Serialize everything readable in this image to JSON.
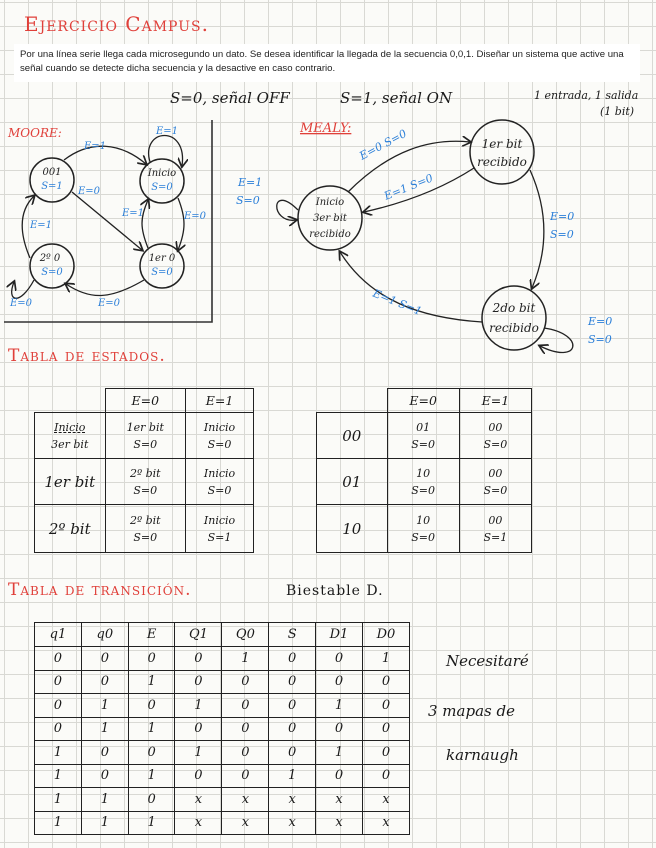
{
  "header": {
    "title": "Ejercicio Campus.",
    "statement": "Por una línea serie llega cada microsegundo un dato. Se desea identificar la llegada de la secuencia 0,0,1. Diseñar un sistema que active una señal cuando se detecte dicha secuencia y la desactive en caso contrario."
  },
  "notes": {
    "off": "S=0, señal OFF",
    "on": "S=1, señal ON",
    "io_line1": "1 entrada, 1 salida",
    "io_line2": "(1 bit)"
  },
  "moore": {
    "label": "MOORE:",
    "states": [
      {
        "top": "001",
        "bottom": "S=1"
      },
      {
        "top": "Inicio",
        "bottom": "S=0"
      },
      {
        "top": "2º 0",
        "bottom": "S=0"
      },
      {
        "top": "1er 0",
        "bottom": "S=0"
      }
    ],
    "edges": [
      "E=1",
      "E=1",
      "E=0",
      "E=1",
      "E=1",
      "E=0",
      "E=0",
      "E=0"
    ]
  },
  "mealy": {
    "label": "MEALY:",
    "states": [
      {
        "lines": [
          "Inicio",
          "3er bit",
          "recibido"
        ]
      },
      {
        "lines": [
          "1er bit",
          "recibido"
        ]
      },
      {
        "lines": [
          "2do bit",
          "recibido"
        ]
      }
    ],
    "edges": [
      {
        "line1": "E=1",
        "line2": "S=0"
      },
      {
        "line1": "E=0 S=0"
      },
      {
        "line1": "E=1 S=0"
      },
      {
        "line1": "E=0",
        "line2": "S=0"
      },
      {
        "line1": "E=1 S=1"
      },
      {
        "line1": "E=0",
        "line2": "S=0"
      }
    ]
  },
  "state_table": {
    "title": "Tabla de estados.",
    "headers": [
      "E=0",
      "E=1"
    ],
    "rows": [
      {
        "label_top": "Inicio",
        "label_bottom": "3er bit",
        "c1": [
          "1er bit",
          "S=0"
        ],
        "c2": [
          "Inicio",
          "S=0"
        ]
      },
      {
        "label_top": "1er bit",
        "label_bottom": "",
        "c1": [
          "2º bit",
          "S=0"
        ],
        "c2": [
          "Inicio",
          "S=0"
        ]
      },
      {
        "label_top": "2º bit",
        "label_bottom": "",
        "c1": [
          "2º bit",
          "S=0"
        ],
        "c2": [
          "Inicio",
          "S=1"
        ]
      }
    ]
  },
  "coded_table": {
    "headers": [
      "E=0",
      "E=1"
    ],
    "rows": [
      {
        "code": "00",
        "c1": [
          "01",
          "S=0"
        ],
        "c2": [
          "00",
          "S=0"
        ]
      },
      {
        "code": "01",
        "c1": [
          "10",
          "S=0"
        ],
        "c2": [
          "00",
          "S=0"
        ]
      },
      {
        "code": "10",
        "c1": [
          "10",
          "S=0"
        ],
        "c2": [
          "00",
          "S=1"
        ]
      }
    ]
  },
  "transition": {
    "title": "Tabla de transición.",
    "subtitle": "Biestable D.",
    "headers": [
      "q1",
      "q0",
      "E",
      "Q1",
      "Q0",
      "S",
      "D1",
      "D0"
    ],
    "rows": [
      [
        "0",
        "0",
        "0",
        "0",
        "1",
        "0",
        "0",
        "1"
      ],
      [
        "0",
        "0",
        "1",
        "0",
        "0",
        "0",
        "0",
        "0"
      ],
      [
        "0",
        "1",
        "0",
        "1",
        "0",
        "0",
        "1",
        "0"
      ],
      [
        "0",
        "1",
        "1",
        "0",
        "0",
        "0",
        "0",
        "0"
      ],
      [
        "1",
        "0",
        "0",
        "1",
        "0",
        "0",
        "1",
        "0"
      ],
      [
        "1",
        "0",
        "1",
        "0",
        "0",
        "1",
        "0",
        "0"
      ],
      [
        "1",
        "1",
        "0",
        "x",
        "x",
        "x",
        "x",
        "x"
      ],
      [
        "1",
        "1",
        "1",
        "x",
        "x",
        "x",
        "x",
        "x"
      ]
    ],
    "note_line1": "Necesitaré",
    "note_line2": "3 mapas de",
    "note_line3": "karnaugh"
  }
}
